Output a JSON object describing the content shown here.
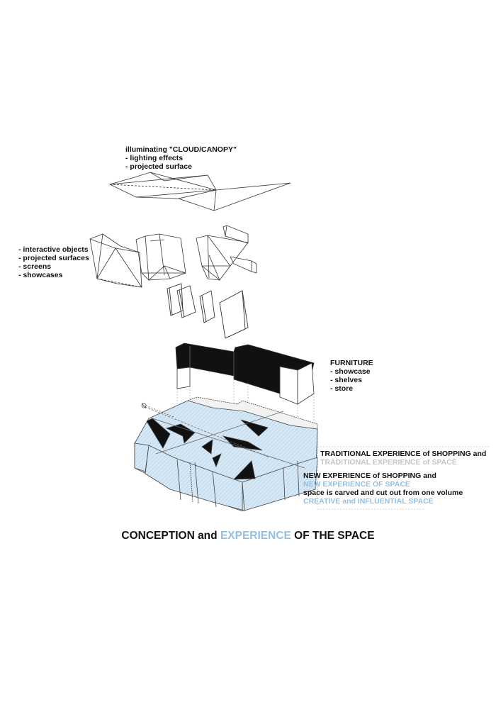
{
  "canopy": {
    "heading": "illuminating \"CLOUD/CANOPY\"",
    "items": [
      "- lighting effects",
      "- projected surface"
    ]
  },
  "objects": {
    "items": [
      "- interactive objects",
      "- projected surfaces",
      "- screens",
      "- showcases"
    ]
  },
  "furniture": {
    "heading": "FURNITURE",
    "items": [
      "- showcase",
      "- shelves",
      "- store"
    ]
  },
  "traditional": {
    "line1": "TRADITIONAL EXPERIENCE of SHOPPING and",
    "line2": "TRADITIONAL EXPERIENCE of SPACE"
  },
  "new": {
    "line1": "NEW EXPERIENCE of SHOPPING and",
    "line2": "NEW EXPERIENCE OF SPACE",
    "line3": "space is carved and cut out from one volume",
    "line4": "CREATIVE and INFLUENTIAL SPACE"
  },
  "title": {
    "part1": "CONCEPTION and ",
    "part2": "EXPERIENCE",
    "part3": " OF THE SPACE"
  },
  "colors": {
    "accent_blue": "#93c0e2",
    "volume_fill": "#d6e8f5",
    "muted_grey": "#c4c4c4",
    "ink": "#111111"
  }
}
